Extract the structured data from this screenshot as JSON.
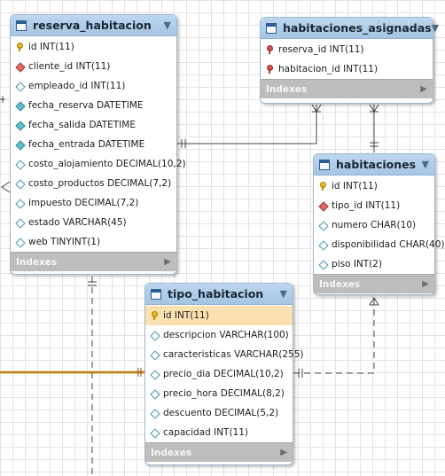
{
  "tables": {
    "reserva_habitacion": {
      "name": "reserva_habitacion",
      "indexes_label": "Indexes",
      "columns": [
        {
          "text": "id INT(11)",
          "icon": "primary-key"
        },
        {
          "text": "cliente_id INT(11)",
          "icon": "foreign-key"
        },
        {
          "text": "empleado_id INT(11)",
          "icon": "column"
        },
        {
          "text": "fecha_reserva DATETIME",
          "icon": "column-not-null"
        },
        {
          "text": "fecha_salida DATETIME",
          "icon": "column-not-null"
        },
        {
          "text": "fecha_entrada DATETIME",
          "icon": "column-not-null"
        },
        {
          "text": "costo_alojamiento DECIMAL(10,2)",
          "icon": "column"
        },
        {
          "text": "costo_productos DECIMAL(7,2)",
          "icon": "column"
        },
        {
          "text": "impuesto DECIMAL(7,2)",
          "icon": "column"
        },
        {
          "text": "estado VARCHAR(45)",
          "icon": "column"
        },
        {
          "text": "web TINYINT(1)",
          "icon": "column"
        }
      ]
    },
    "habitaciones_asignadas": {
      "name": "habitaciones_asignadas",
      "indexes_label": "Indexes",
      "columns": [
        {
          "text": "reserva_id INT(11)",
          "icon": "primary-foreign-key"
        },
        {
          "text": "habitacion_id INT(11)",
          "icon": "primary-foreign-key"
        }
      ]
    },
    "habitaciones": {
      "name": "habitaciones",
      "indexes_label": "Indexes",
      "columns": [
        {
          "text": "id INT(11)",
          "icon": "primary-key"
        },
        {
          "text": "tipo_id INT(11)",
          "icon": "foreign-key"
        },
        {
          "text": "numero CHAR(10)",
          "icon": "column"
        },
        {
          "text": "disponibilidad CHAR(40)",
          "icon": "column"
        },
        {
          "text": "piso INT(2)",
          "icon": "column"
        }
      ]
    },
    "tipo_habitacion": {
      "name": "tipo_habitacion",
      "indexes_label": "Indexes",
      "columns": [
        {
          "text": "id INT(11)",
          "icon": "primary-key"
        },
        {
          "text": "descripcion VARCHAR(100)",
          "icon": "column"
        },
        {
          "text": "caracteristicas VARCHAR(255)",
          "icon": "column"
        },
        {
          "text": "precio_dia DECIMAL(10,2)",
          "icon": "column"
        },
        {
          "text": "precio_hora DECIMAL(8,2)",
          "icon": "column"
        },
        {
          "text": "descuento DECIMAL(5,2)",
          "icon": "column"
        },
        {
          "text": "capacidad INT(11)",
          "icon": "column"
        }
      ]
    }
  },
  "colors": {
    "header": "#a6c5e2",
    "indexes_bar": "#bdbdbd",
    "selected_row": "#fbe1b0",
    "relationship_line": "#444444",
    "highlight_line": "#e8a33d"
  }
}
